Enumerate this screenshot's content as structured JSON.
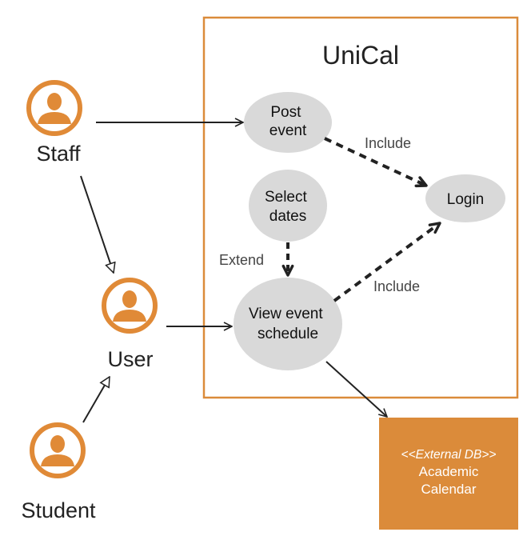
{
  "system": {
    "title": "UniCal"
  },
  "actors": {
    "staff": "Staff",
    "user": "User",
    "student": "Student"
  },
  "use_cases": {
    "post_event": [
      "Post",
      "event"
    ],
    "login": [
      "Login"
    ],
    "select_dates": [
      "Select",
      "dates"
    ],
    "view_schedule": [
      "View event",
      "schedule"
    ]
  },
  "relations": {
    "include_1": "Include",
    "include_2": "Include",
    "extend": "Extend"
  },
  "external_db": {
    "stereotype": "<<External DB>>",
    "name_line1": "Academic",
    "name_line2": "Calendar"
  },
  "colors": {
    "accent": "#db8b3a",
    "ellipse": "#d9d9d9",
    "line": "#222222",
    "person": "#e08a37"
  }
}
